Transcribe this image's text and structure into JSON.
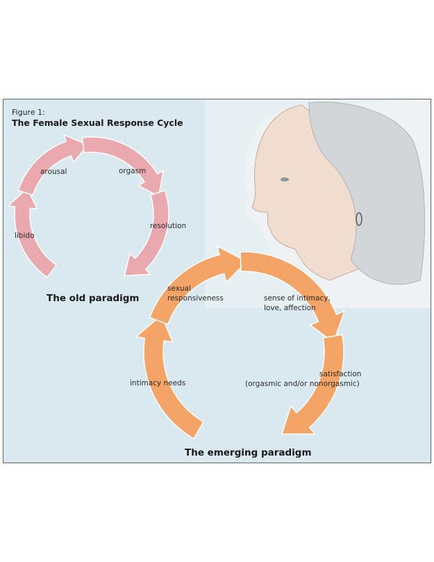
{
  "figure_label": "Figure 1:",
  "title": "The Female Sexual Response Cycle",
  "old_paradigm": {
    "caption": "The old paradigm",
    "stages": [
      "libido",
      "arousal",
      "orgasm",
      "resolution"
    ],
    "color": "#eaa9ae"
  },
  "emerging_paradigm": {
    "caption": "The emerging paradigm",
    "stages": {
      "intimacy_needs": "intimacy needs",
      "sexual_responsiveness_1": "sexual",
      "sexual_responsiveness_2": "responsiveness",
      "intimacy_1": "sense of intimacy,",
      "intimacy_2": "love, affection",
      "satisfaction_1": "satisfaction",
      "satisfaction_2": "(orgasmic and/or nonorgasmic)"
    },
    "color": "#f4a466"
  },
  "background_color": "#d9e9ef"
}
